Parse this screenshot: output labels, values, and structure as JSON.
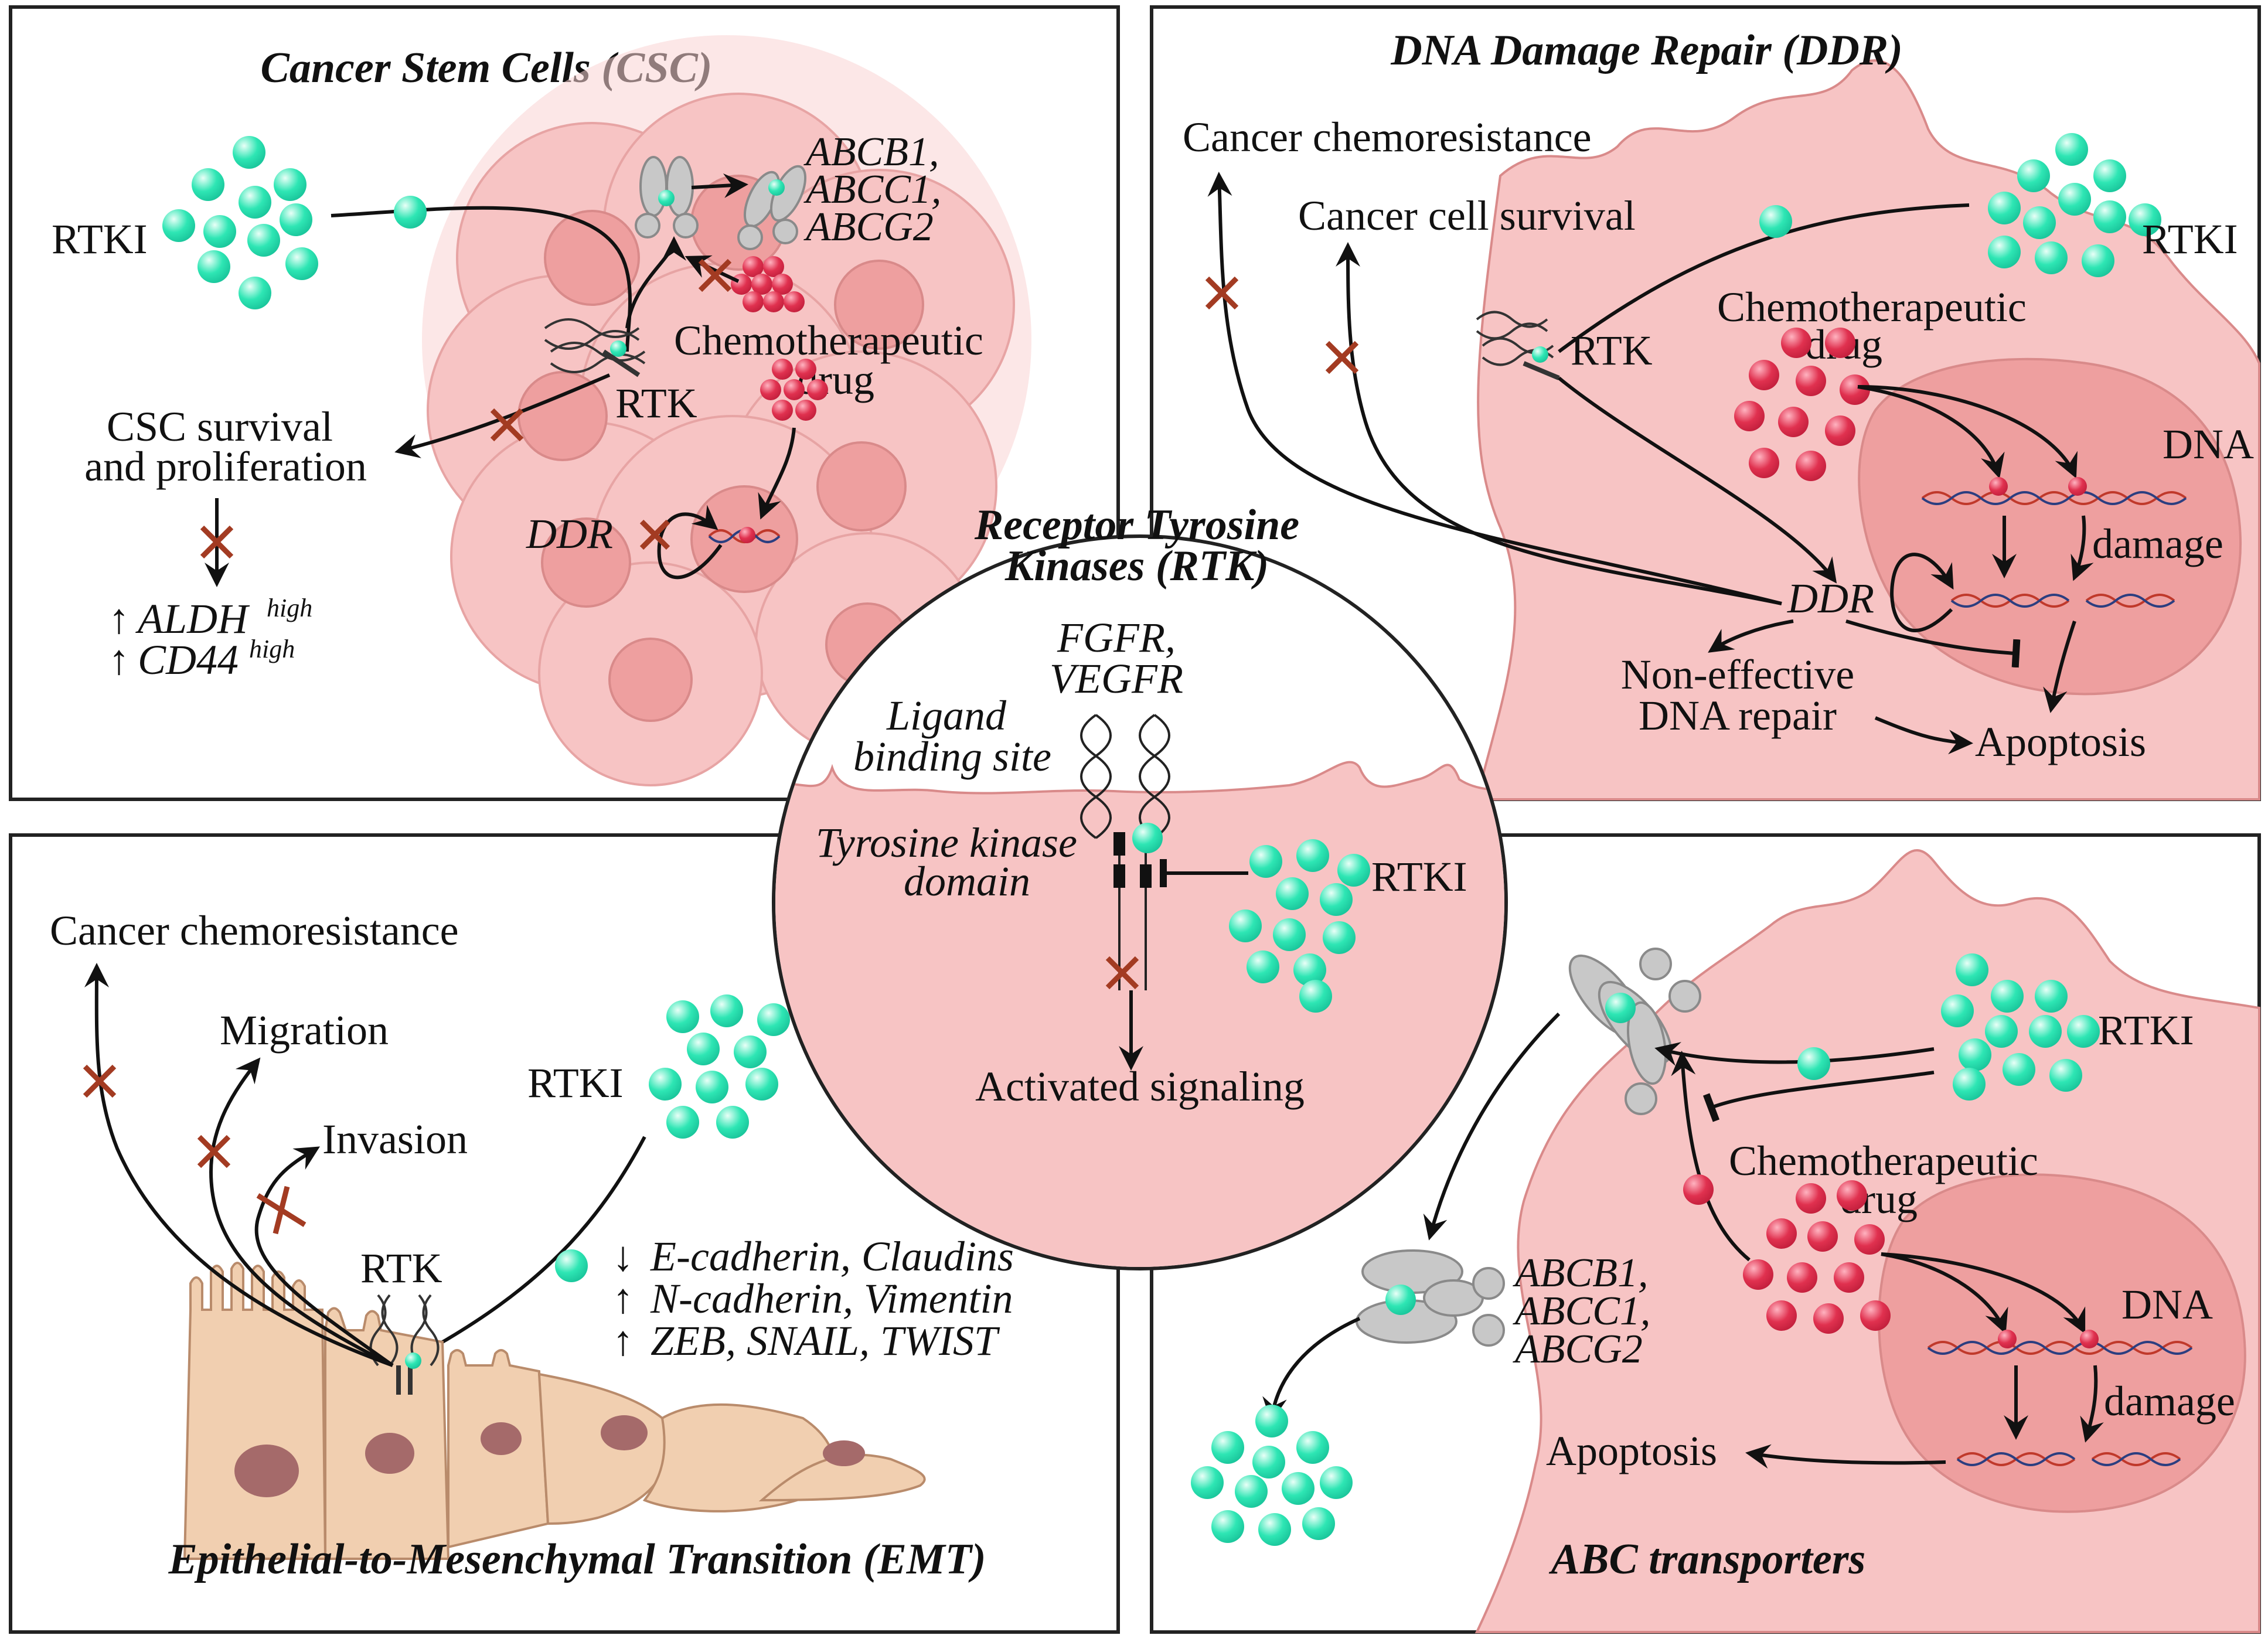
{
  "colors": {
    "cell_pink": "#f7c4c4",
    "nucleus_pink": "#ee9f9f",
    "inhibitor_cyan": "#2ee6b4",
    "drug_red": "#e0314f",
    "block_x": "#a33b22",
    "epithelial_tan": "#f1cfb0",
    "transporter_grey": "#c8c8c8"
  },
  "panels": {
    "csc": {
      "title": "Cancer Stem Cells (CSC)",
      "rtki": "RTKI",
      "rtk": "RTK",
      "genes": [
        "ABCB1,",
        "ABCC1,",
        "ABCG2"
      ],
      "chemo_line1": "Chemotherapeutic",
      "chemo_line2": "drug",
      "survival_line1": "CSC survival",
      "survival_line2": "and proliferation",
      "ddr": "DDR",
      "aldh_arrow": "↑",
      "aldh": "ALDH",
      "aldh_sup": "high",
      "cd44_arrow": "↑",
      "cd44": "CD44",
      "cd44_sup": "high"
    },
    "ddr": {
      "title": "DNA Damage Repair (DDR)",
      "chemoresistance": "Cancer chemoresistance",
      "survival": "Cancer cell survival",
      "rtki": "RTKI",
      "rtk": "RTK",
      "chemo_line1": "Chemotherapeutic",
      "chemo_line2": "drug",
      "dna": "DNA",
      "damage": "damage",
      "ddr": "DDR",
      "noneffective_line1": "Non-effective",
      "noneffective_line2": "DNA repair",
      "apoptosis": "Apoptosis"
    },
    "rtk": {
      "title_line1": "Receptor Tyrosine",
      "title_line2": "Kinases (RTK)",
      "receptors_line1": "FGFR,",
      "receptors_line2": "VEGFR",
      "ligand_line1": "Ligand",
      "ligand_line2": "binding site",
      "tk_line1": "Tyrosine kinase",
      "tk_line2": "domain",
      "rtki": "RTKI",
      "signaling": "Activated signaling"
    },
    "emt": {
      "title": "Epithelial-to-Mesenchymal Transition (EMT)",
      "chemoresistance": "Cancer chemoresistance",
      "migration": "Migration",
      "invasion": "Invasion",
      "rtki": "RTKI",
      "rtk": "RTK",
      "markers": [
        "E-cadherin, Claudins",
        "N-cadherin, Vimentin",
        "ZEB, SNAIL, TWIST"
      ],
      "marker_arrows": [
        "↓",
        "↑",
        "↑"
      ]
    },
    "abc": {
      "title": "ABC transporters",
      "rtki": "RTKI",
      "chemo_line1": "Chemotherapeutic",
      "chemo_line2": "drug",
      "genes": [
        "ABCB1,",
        "ABCC1,",
        "ABCG2"
      ],
      "dna": "DNA",
      "damage": "damage",
      "apoptosis": "Apoptosis"
    }
  }
}
